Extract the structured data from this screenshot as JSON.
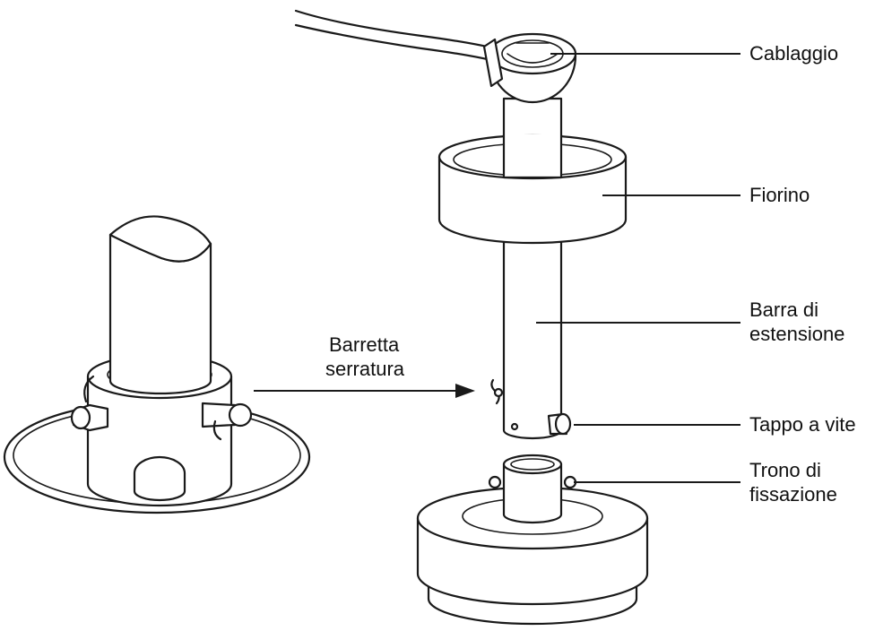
{
  "labels": {
    "cablaggio": "Cablaggio",
    "fiorino": "Fiorino",
    "barra_line1": "Barra di",
    "barra_line2": "estensione",
    "tappo": "Tappo a vite",
    "trono_line1": "Trono di",
    "trono_line2": "fissazione",
    "barretta_line1": "Barretta",
    "barretta_line2": "serratura"
  }
}
